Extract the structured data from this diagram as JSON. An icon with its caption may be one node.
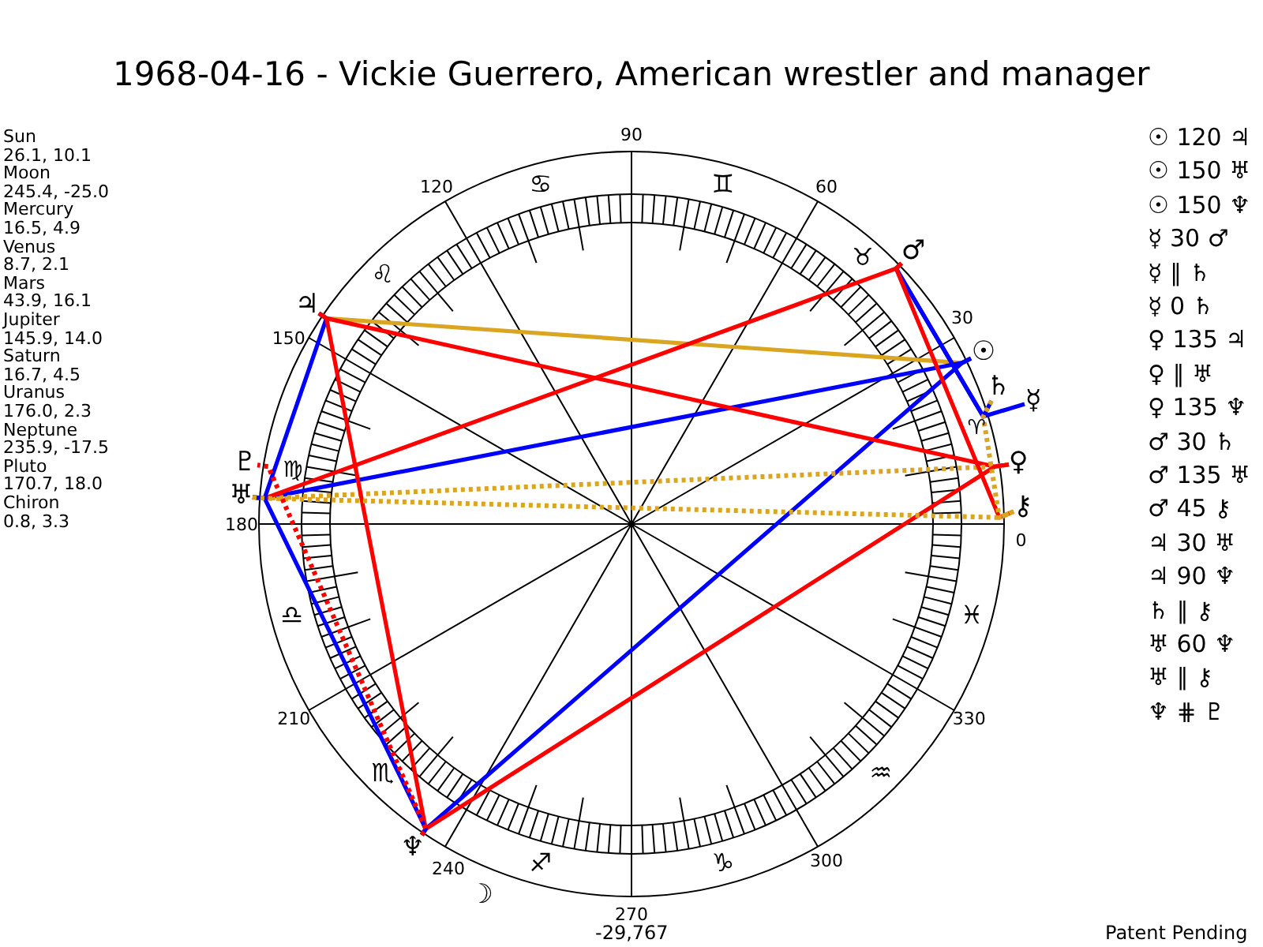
{
  "diagram": {
    "title": "1968-04-16 - Vickie Guerrero, American wrestler and manager",
    "nodes": [
      {
        "text": [
          "☉"
        ]
      },
      {
        "text": [
          "☿"
        ]
      },
      {
        "text": [
          "♀"
        ]
      },
      {
        "text": [
          "♂"
        ]
      },
      {
        "text": [
          "♃"
        ]
      },
      {
        "text": [
          "♄"
        ]
      },
      {
        "text": [
          "♅"
        ]
      },
      {
        "text": [
          "♆"
        ]
      },
      {
        "text": [
          "♇"
        ]
      },
      {
        "text": [
          "⚷"
        ]
      }
    ],
    "edges": [
      {
        "from": 0,
        "to": 4,
        "arrow": "none",
        "color": "#daa520"
      },
      {
        "from": 0,
        "to": 6,
        "arrow": "none",
        "color": "#0000ff"
      },
      {
        "from": 0,
        "to": 7,
        "arrow": "none",
        "color": "#0000ff"
      },
      {
        "from": 1,
        "to": 3,
        "arrow": "none",
        "color": "#0000ff"
      },
      {
        "from": 2,
        "to": 4,
        "arrow": "none",
        "color": "#ff0000"
      },
      {
        "from": 2,
        "to": 6,
        "arrow": "none",
        "style": "dashed",
        "color": "#daa520"
      },
      {
        "from": 2,
        "to": 7,
        "arrow": "none",
        "color": "#ff0000"
      },
      {
        "from": 3,
        "to": 5,
        "arrow": "none",
        "color": "#0000ff"
      },
      {
        "from": 3,
        "to": 6,
        "arrow": "none",
        "color": "#ff0000"
      },
      {
        "from": 3,
        "to": 9,
        "arrow": "none",
        "color": "#ff0000"
      },
      {
        "from": 4,
        "to": 6,
        "arrow": "none",
        "color": "#0000ff"
      },
      {
        "from": 4,
        "to": 7,
        "arrow": "none",
        "color": "#ff0000"
      },
      {
        "from": 5,
        "to": 9,
        "arrow": "none",
        "style": "dashed",
        "color": "#daa520"
      },
      {
        "from": 6,
        "to": 7,
        "arrow": "none",
        "color": "#0000ff"
      },
      {
        "from": 6,
        "to": 9,
        "arrow": "none",
        "style": "dashed",
        "color": "#daa520"
      },
      {
        "from": 7,
        "to": 8,
        "arrow": "none",
        "style": "dashed",
        "color": "#ff0000"
      }
    ],
    "labels": [
      "Sun",
      "26.1, 10.1",
      "Moon",
      "245.4, -25.0",
      "Mercury",
      "16.5, 4.9",
      "Venus",
      "8.7, 2.1",
      "Mars",
      "43.9, 16.1",
      "Jupiter",
      "145.9, 14.0",
      "Saturn",
      "16.7, 4.5",
      "Uranus",
      "176.0, 2.3",
      "Neptune",
      "235.9, -17.5",
      "Pluto",
      "170.7, 18.0",
      "Chiron",
      "0.8, 3.3",
      "90",
      "120",
      "♋",
      "♊",
      "60",
      "♌",
      "♉",
      "150",
      "30",
      "♍",
      "♈",
      "180",
      "0",
      "♎",
      "♓",
      "210",
      "330",
      "♏",
      "♒",
      "240",
      "♐",
      "♑",
      "300",
      "☽",
      "270",
      "-29,767",
      "☉ 120 ♃",
      "☉ 150 ♅",
      "☉ 150 ♆",
      "☿ 30 ♂",
      "☿ ∥ ♄",
      "☿ 0 ♄",
      "♀ 135 ♃",
      "♀ ∥ ♅",
      "♀ 135 ♆",
      "♂ 30 ♄",
      "♂ 135 ♅",
      "♂ 45 ⚷",
      "♃ 30 ♅",
      "♃ 90 ♆",
      "♄ ∥ ⚷",
      "♅ 60 ♆",
      "♅ ∥ ⚷",
      "♆ ⋕ ♇",
      "Patent Pending"
    ]
  }
}
